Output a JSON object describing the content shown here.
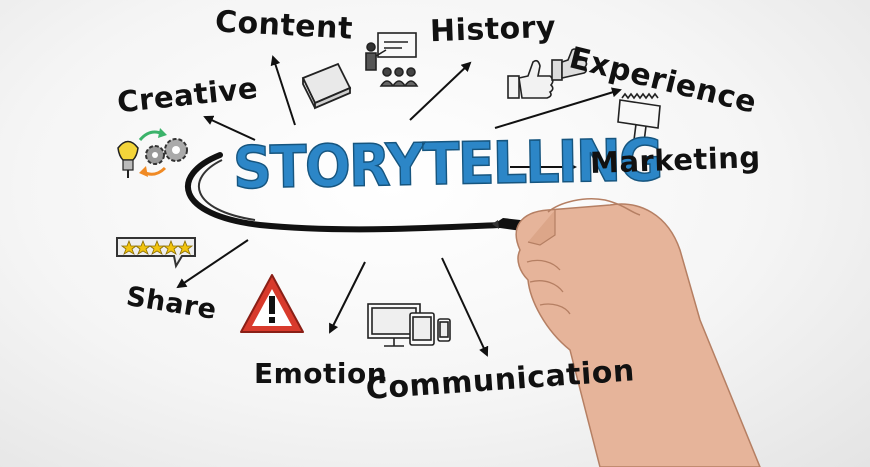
{
  "title": "STORYTELLING",
  "branches": {
    "content": "Content",
    "history": "History",
    "experience": "Experience",
    "creative": "Creative",
    "marketing": "Marketing",
    "share": "Share",
    "emotion": "Emotion",
    "communication": "Communication"
  },
  "colors": {
    "title": "#2c86c7",
    "ink": "#111111",
    "alert": "#d83a2c",
    "arrow_green": "#3bb36a",
    "arrow_orange": "#f08a24",
    "stars": "#f2c40f"
  },
  "icons": [
    "book-icon",
    "presentation-icon",
    "thumbs-up-icon",
    "billboard-icon",
    "lightbulb-gears-icon",
    "rating-stars-icon",
    "warning-triangle-icon",
    "devices-icon",
    "hand-with-marker"
  ]
}
